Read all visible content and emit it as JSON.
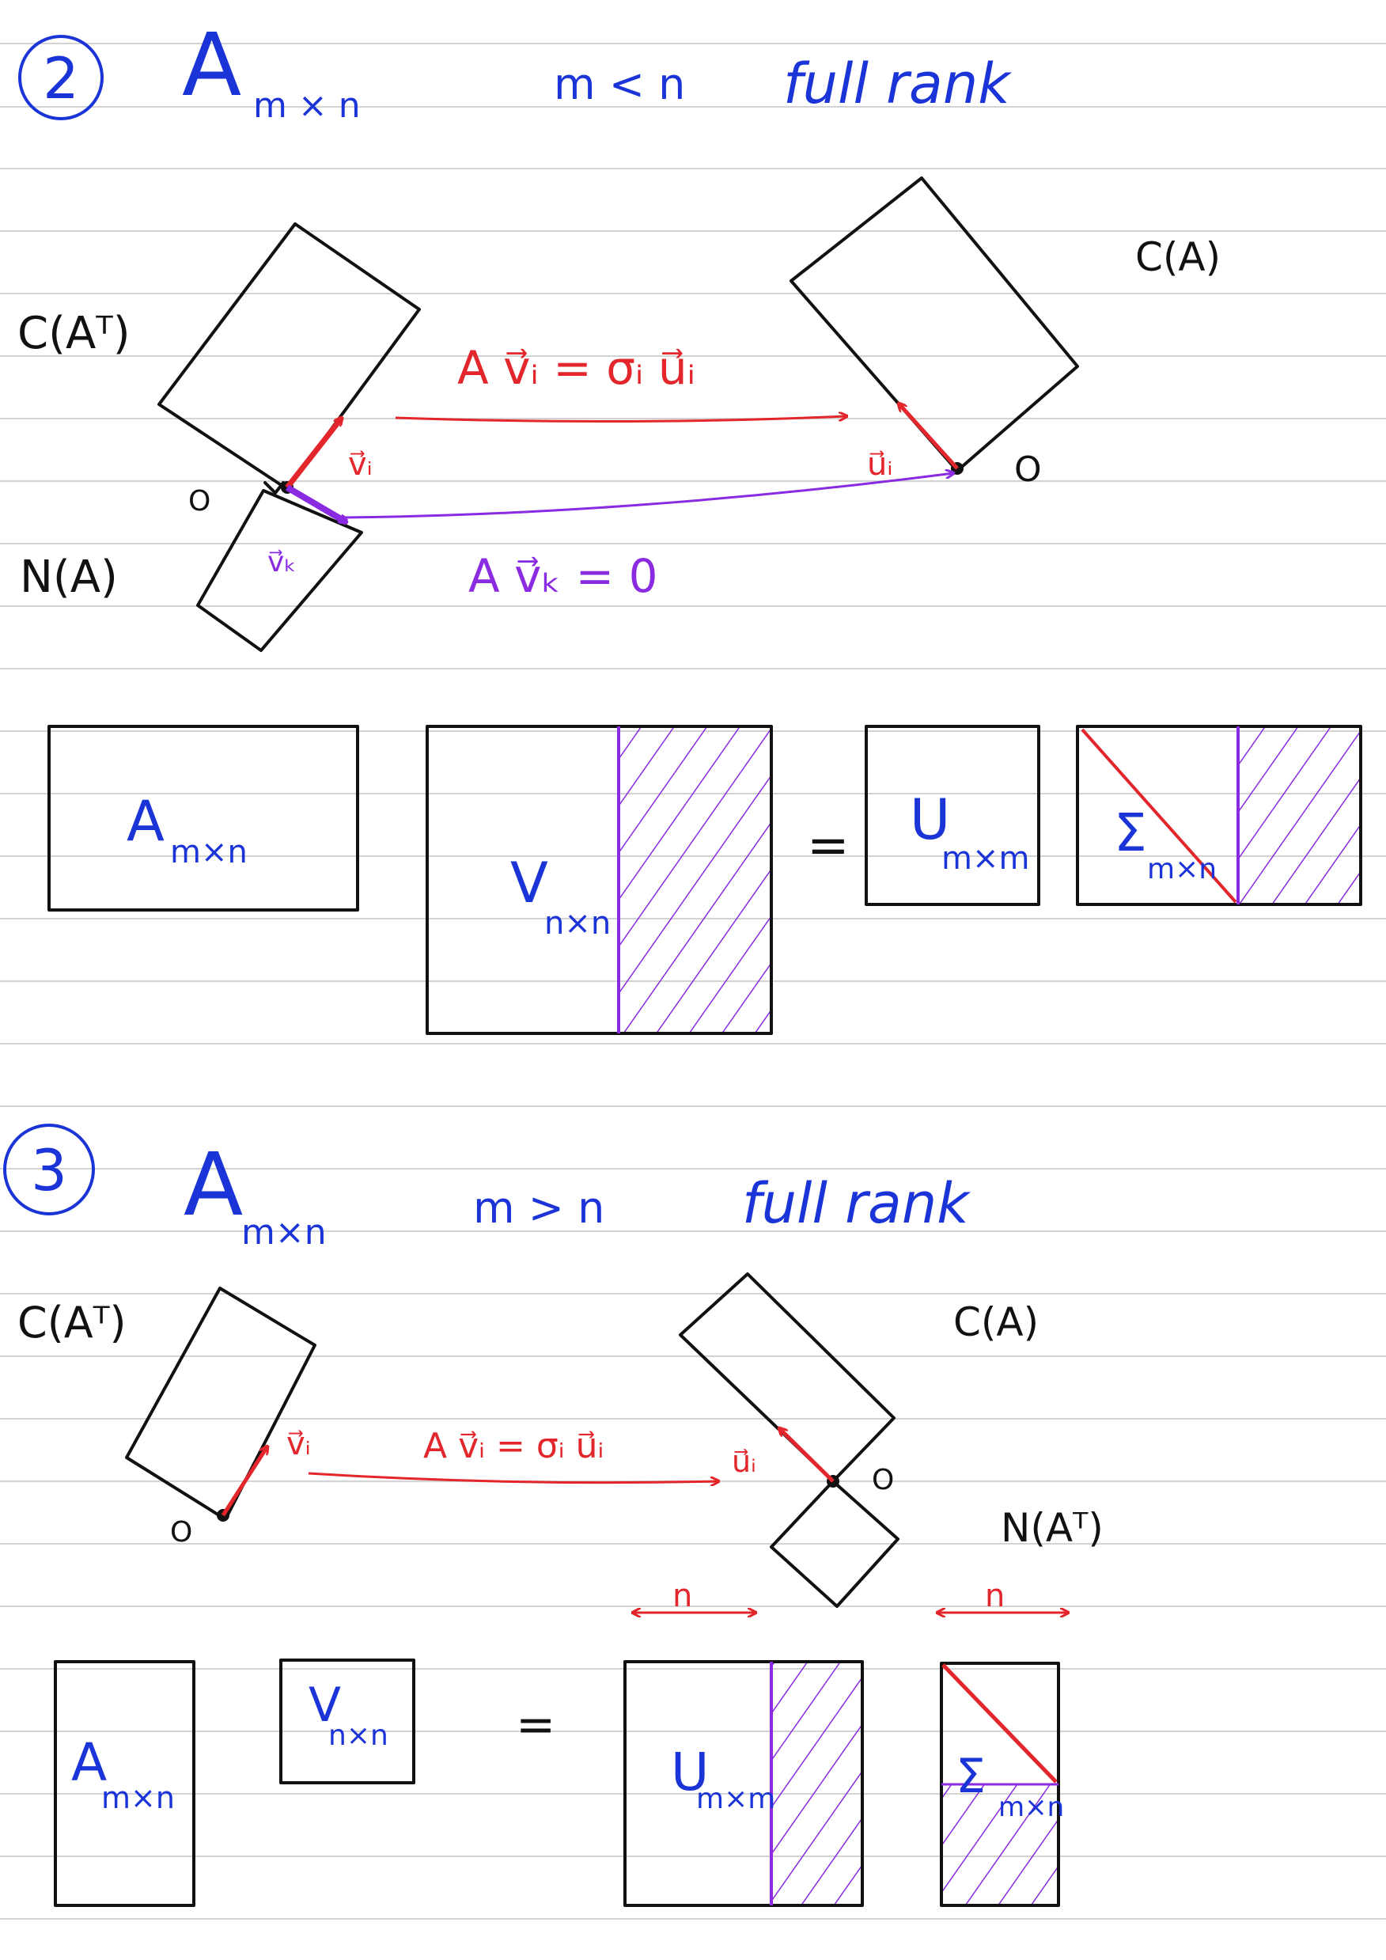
{
  "colors": {
    "rule": "#d3d3d3",
    "ink": "#111111",
    "blue": "#1b34d8",
    "red": "#e2262b",
    "purple": "#8a2be2"
  },
  "section2": {
    "number": "2",
    "matrix_letter": "A",
    "matrix_size": "m × n",
    "condition": "m < n",
    "rank": "full rank",
    "row_space_label": "C(Aᵀ)",
    "null_space_label": "N(A)",
    "column_space_label": "C(A)",
    "origin_left": "O",
    "origin_right": "O",
    "vec_vi": "v⃗ᵢ",
    "vec_vk": "v⃗ₖ",
    "vec_ui": "u⃗ᵢ",
    "eq_top": "A v⃗ᵢ = σᵢ u⃗ᵢ",
    "eq_bottom": "A v⃗ₖ = 0",
    "mat_A_letter": "A",
    "mat_A_size": "m×n",
    "mat_V_letter": "V",
    "mat_V_size": "n×n",
    "equals": "=",
    "mat_U_letter": "U",
    "mat_U_size": "m×m",
    "mat_S_letter": "Σ",
    "mat_S_size": "m×n"
  },
  "section3": {
    "number": "3",
    "matrix_letter": "A",
    "matrix_size": "m×n",
    "condition": "m > n",
    "rank": "full rank",
    "row_space_label": "C(Aᵀ)",
    "column_space_label": "C(A)",
    "left_null_label": "N(Aᵀ)",
    "origin_left": "O",
    "origin_right": "O",
    "vec_vi": "v⃗ᵢ",
    "vec_ui": "u⃗ᵢ",
    "eq_top": "A v⃗ᵢ = σᵢ u⃗ᵢ",
    "mat_A_letter": "A",
    "mat_A_size": "m×n",
    "mat_V_letter": "V",
    "mat_V_size": "n×n",
    "equals": "=",
    "mat_U_letter": "U",
    "mat_U_size": "m×m",
    "mat_S_letter": "Σ",
    "mat_S_size": "m×n",
    "dim_U": "n",
    "dim_S": "n"
  }
}
